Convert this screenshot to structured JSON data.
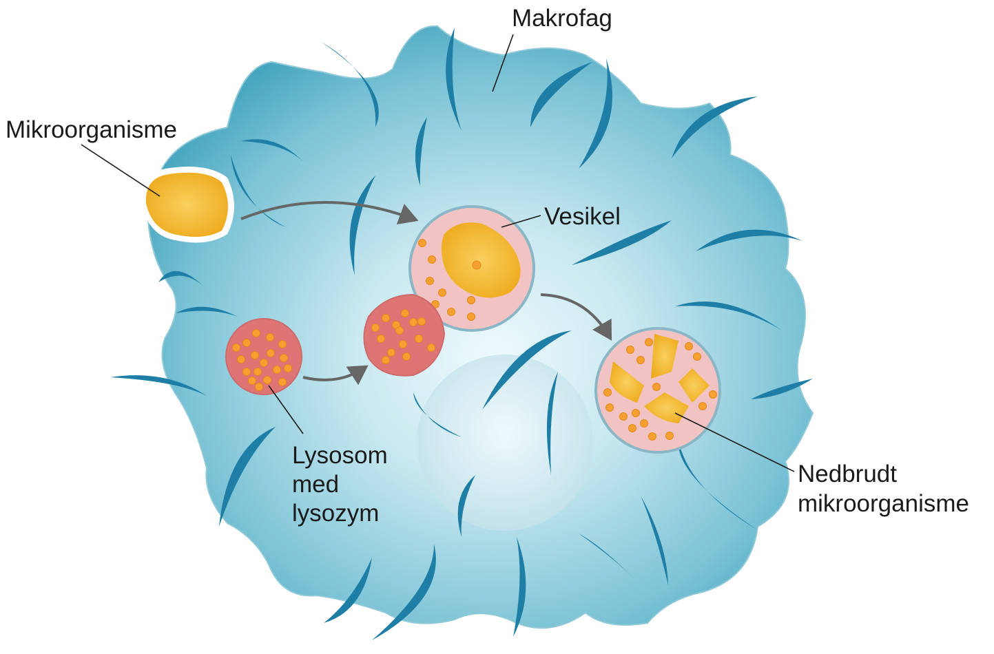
{
  "labels": {
    "macrophage": "Makrofag",
    "microorganism": "Mikroorganisme",
    "vesicle": "Vesikel",
    "lysosome_line1": "Lysosom",
    "lysosome_line2": "med",
    "lysosome_line3": "lysozym",
    "degraded_line1": "Nedbrudt",
    "degraded_line2": "mikroorganisme"
  },
  "colors": {
    "cell_dark": "#3a9fba",
    "cell_light": "#e8f7fb",
    "tendril": "#1f7ea6",
    "vesicle": "#f2c3c3",
    "lysosome": "#dd7575",
    "microbe": "#f2b530",
    "granule": "#f5a030",
    "arrow": "#666666"
  }
}
